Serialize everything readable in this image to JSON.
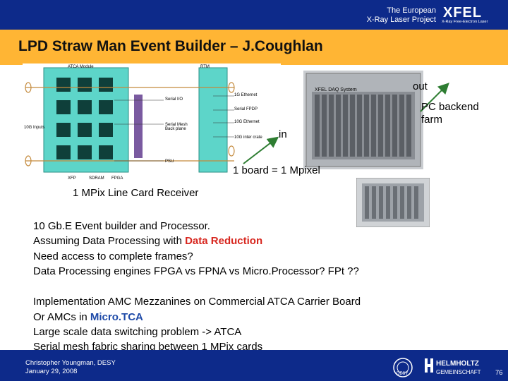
{
  "header": {
    "org_line1": "The European",
    "org_line2": "X-Ray Laser Project",
    "logo": "XFEL",
    "logo_sub": "X-Ray Free-Electron Laser"
  },
  "slide": {
    "title": "LPD Straw Man Event Builder – J.Coughlan",
    "diagram": {
      "labels": [
        "ATCA Module",
        "RTM",
        "Serial I/O",
        "10G Inputs",
        "Serial Mesh Back plane",
        "1G Ethernet",
        "Serial FPDP",
        "10G Ethernet",
        "10G inter crate",
        "PSU",
        "XFP",
        "SDRAM",
        "FPGA"
      ],
      "out": "out",
      "in": "in",
      "pc_backend": "PC backend farm",
      "board_note": "1 board = 1 Mpixel",
      "caption": "1 MPix Line Card Receiver"
    },
    "crate_label": "XFEL DAQ System",
    "body": [
      {
        "text": "10 Gb.E Event builder and Processor."
      },
      {
        "prefix": "Assuming Data Processing with ",
        "highlight": "Data Reduction"
      },
      {
        "text": "Need access to complete frames?"
      },
      {
        "text": "Data Processing engines FPGA vs FPNA vs Micro.Processor?  FPt ??"
      },
      {
        "text": "Implementation AMC Mezzanines on Commercial ATCA Carrier Board"
      },
      {
        "prefix": "Or AMCs in ",
        "highlight": "Micro.TCA"
      },
      {
        "text": "Large scale data switching problem -> ATCA"
      },
      {
        "text": "Serial mesh fabric sharing between 1 MPix cards"
      }
    ]
  },
  "footer": {
    "author": "Christopher Youngman, DESY",
    "date": "January 29, 2008",
    "desy": "DESY",
    "helmholtz1": "HELMHOLTZ",
    "helmholtz2": "GEMEINSCHAFT",
    "page": "76"
  },
  "colors": {
    "header_blue": "#0d2a8a",
    "title_orange": "#ffb534",
    "accent_red": "#d7261e",
    "accent_blue": "#1e4aa8",
    "arrow_green": "#2e7d32"
  }
}
